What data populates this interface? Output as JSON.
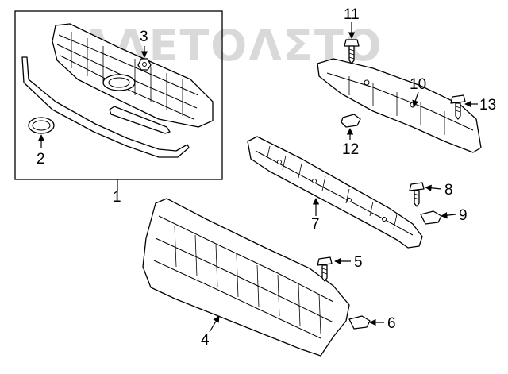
{
  "watermark": "ΛΛΕΤΟΛΣΤΟ",
  "callouts": {
    "c1": "1",
    "c2": "2",
    "c3": "3",
    "c4": "4",
    "c5": "5",
    "c6": "6",
    "c7": "7",
    "c8": "8",
    "c9": "9",
    "c10": "10",
    "c11": "11",
    "c12": "12",
    "c13": "13"
  }
}
